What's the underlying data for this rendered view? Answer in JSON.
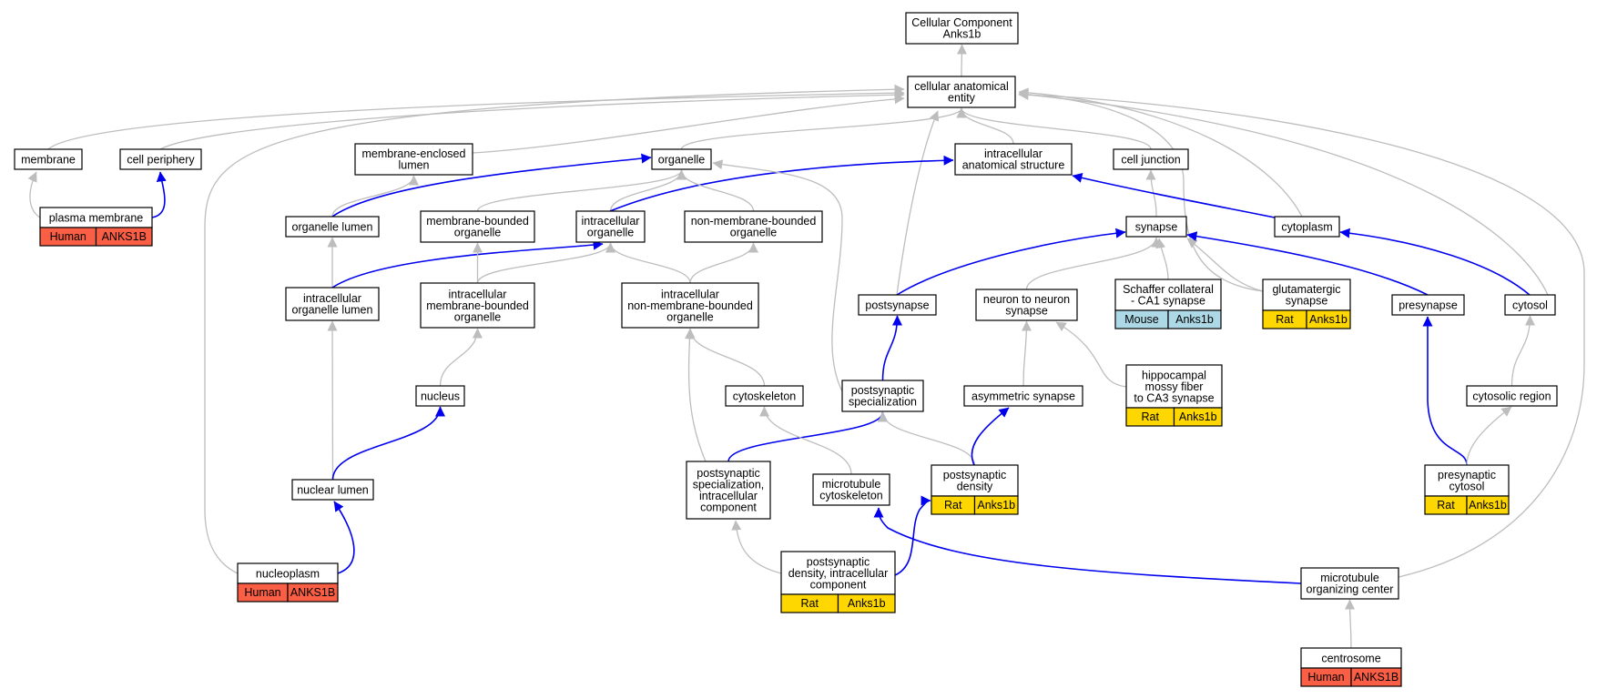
{
  "colors": {
    "human": "#fa5e44",
    "rat": "#ffd700",
    "mouse": "#add8e6",
    "edge_blue": "#0000ee",
    "edge_gray": "#bdbdbd"
  },
  "nodes": {
    "cellular_component": {
      "lines": [
        "Cellular Component",
        "Anks1b"
      ]
    },
    "cellular_anatomical_entity": {
      "lines": [
        "cellular anatomical",
        "entity"
      ]
    },
    "membrane": {
      "lines": [
        "membrane"
      ]
    },
    "cell_periphery": {
      "lines": [
        "cell periphery"
      ]
    },
    "membrane_enclosed_lumen": {
      "lines": [
        "membrane-enclosed",
        "lumen"
      ]
    },
    "organelle": {
      "lines": [
        "organelle"
      ]
    },
    "intracellular_anatomical_structure": {
      "lines": [
        "intracellular",
        "anatomical structure"
      ]
    },
    "cell_junction": {
      "lines": [
        "cell junction"
      ]
    },
    "plasma_membrane": {
      "lines": [
        "plasma membrane"
      ],
      "badge": [
        "Human",
        "ANKS1B"
      ]
    },
    "organelle_lumen": {
      "lines": [
        "organelle lumen"
      ]
    },
    "membrane_bounded_organelle": {
      "lines": [
        "membrane-bounded",
        "organelle"
      ]
    },
    "intracellular_organelle": {
      "lines": [
        "intracellular",
        "organelle"
      ]
    },
    "non_membrane_bounded_organelle": {
      "lines": [
        "non-membrane-bounded",
        "organelle"
      ]
    },
    "synapse": {
      "lines": [
        "synapse"
      ]
    },
    "cytoplasm": {
      "lines": [
        "cytoplasm"
      ]
    },
    "intracellular_organelle_lumen": {
      "lines": [
        "intracellular",
        "organelle lumen"
      ]
    },
    "intracellular_membrane_bounded_organelle": {
      "lines": [
        "intracellular",
        "membrane-bounded",
        "organelle"
      ]
    },
    "intracellular_non_membrane_bounded_organelle": {
      "lines": [
        "intracellular",
        "non-membrane-bounded",
        "organelle"
      ]
    },
    "postsynapse": {
      "lines": [
        "postsynapse"
      ]
    },
    "neuron_to_neuron_synapse": {
      "lines": [
        "neuron to neuron",
        "synapse"
      ]
    },
    "schaffer_collateral": {
      "lines": [
        "Schaffer collateral",
        "- CA1 synapse"
      ],
      "badge": [
        "Mouse",
        "Anks1b"
      ]
    },
    "glutamatergic_synapse": {
      "lines": [
        "glutamatergic",
        "synapse"
      ],
      "badge": [
        "Rat",
        "Anks1b"
      ]
    },
    "presynapse": {
      "lines": [
        "presynapse"
      ]
    },
    "cytosol": {
      "lines": [
        "cytosol"
      ]
    },
    "hippocampal_mossy_fiber": {
      "lines": [
        "hippocampal",
        "mossy fiber",
        "to CA3 synapse"
      ],
      "badge": [
        "Rat",
        "Anks1b"
      ]
    },
    "nucleus": {
      "lines": [
        "nucleus"
      ]
    },
    "cytoskeleton": {
      "lines": [
        "cytoskeleton"
      ]
    },
    "postsynaptic_specialization": {
      "lines": [
        "postsynaptic",
        "specialization"
      ]
    },
    "asymmetric_synapse": {
      "lines": [
        "asymmetric synapse"
      ]
    },
    "cytosolic_region": {
      "lines": [
        "cytosolic region"
      ]
    },
    "nuclear_lumen": {
      "lines": [
        "nuclear lumen"
      ]
    },
    "postsynaptic_specialization_intracellular_component": {
      "lines": [
        "postsynaptic",
        "specialization,",
        "intracellular",
        "component"
      ]
    },
    "microtubule_cytoskeleton": {
      "lines": [
        "microtubule",
        "cytoskeleton"
      ]
    },
    "postsynaptic_density": {
      "lines": [
        "postsynaptic",
        "density"
      ],
      "badge": [
        "Rat",
        "Anks1b"
      ]
    },
    "presynaptic_cytosol": {
      "lines": [
        "presynaptic",
        "cytosol"
      ],
      "badge": [
        "Rat",
        "Anks1b"
      ]
    },
    "nucleoplasm": {
      "lines": [
        "nucleoplasm"
      ],
      "badge": [
        "Human",
        "ANKS1B"
      ]
    },
    "postsynaptic_density_intracellular_component": {
      "lines": [
        "postsynaptic",
        "density, intracellular",
        "component"
      ],
      "badge": [
        "Rat",
        "Anks1b"
      ]
    },
    "microtubule_organizing_center": {
      "lines": [
        "microtubule",
        "organizing center"
      ]
    },
    "centrosome": {
      "lines": [
        "centrosome"
      ],
      "badge": [
        "Human",
        "ANKS1B"
      ]
    }
  },
  "edges": [
    {
      "from": "cellular_anatomical_entity",
      "to": "cellular_component",
      "style": "gray"
    },
    {
      "from": "membrane",
      "to": "cellular_anatomical_entity",
      "style": "gray"
    },
    {
      "from": "cell_periphery",
      "to": "cellular_anatomical_entity",
      "style": "gray"
    },
    {
      "from": "membrane_enclosed_lumen",
      "to": "cellular_anatomical_entity",
      "style": "gray"
    },
    {
      "from": "organelle",
      "to": "cellular_anatomical_entity",
      "style": "gray"
    },
    {
      "from": "intracellular_anatomical_structure",
      "to": "cellular_anatomical_entity",
      "style": "gray"
    },
    {
      "from": "cell_junction",
      "to": "cellular_anatomical_entity",
      "style": "gray"
    },
    {
      "from": "cytoplasm",
      "to": "cellular_anatomical_entity",
      "style": "gray"
    },
    {
      "from": "cytosol",
      "to": "cellular_anatomical_entity",
      "style": "gray"
    },
    {
      "from": "glutamatergic_synapse",
      "to": "cellular_anatomical_entity",
      "style": "gray"
    },
    {
      "from": "postsynapse",
      "to": "cellular_anatomical_entity",
      "style": "gray"
    },
    {
      "from": "nucleoplasm",
      "to": "cellular_anatomical_entity",
      "style": "gray"
    },
    {
      "from": "microtubule_organizing_center",
      "to": "cellular_anatomical_entity",
      "style": "gray"
    },
    {
      "from": "plasma_membrane",
      "to": "membrane",
      "style": "gray"
    },
    {
      "from": "plasma_membrane",
      "to": "cell_periphery",
      "style": "blue"
    },
    {
      "from": "organelle_lumen",
      "to": "membrane_enclosed_lumen",
      "style": "gray"
    },
    {
      "from": "organelle_lumen",
      "to": "organelle",
      "style": "blue"
    },
    {
      "from": "membrane_bounded_organelle",
      "to": "organelle",
      "style": "gray"
    },
    {
      "from": "intracellular_organelle",
      "to": "organelle",
      "style": "gray"
    },
    {
      "from": "intracellular_organelle",
      "to": "intracellular_anatomical_structure",
      "style": "blue"
    },
    {
      "from": "non_membrane_bounded_organelle",
      "to": "organelle",
      "style": "gray"
    },
    {
      "from": "postsynaptic_specialization",
      "to": "organelle",
      "style": "gray"
    },
    {
      "from": "synapse",
      "to": "cell_junction",
      "style": "gray"
    },
    {
      "from": "cytoplasm",
      "to": "intracellular_anatomical_structure",
      "style": "blue"
    },
    {
      "from": "intracellular_organelle_lumen",
      "to": "organelle_lumen",
      "style": "gray"
    },
    {
      "from": "intracellular_organelle_lumen",
      "to": "intracellular_organelle",
      "style": "blue"
    },
    {
      "from": "intracellular_membrane_bounded_organelle",
      "to": "membrane_bounded_organelle",
      "style": "gray"
    },
    {
      "from": "intracellular_membrane_bounded_organelle",
      "to": "intracellular_organelle",
      "style": "gray"
    },
    {
      "from": "intracellular_non_membrane_bounded_organelle",
      "to": "intracellular_organelle",
      "style": "gray"
    },
    {
      "from": "intracellular_non_membrane_bounded_organelle",
      "to": "non_membrane_bounded_organelle",
      "style": "gray"
    },
    {
      "from": "postsynapse",
      "to": "synapse",
      "style": "blue"
    },
    {
      "from": "neuron_to_neuron_synapse",
      "to": "synapse",
      "style": "gray"
    },
    {
      "from": "schaffer_collateral",
      "to": "synapse",
      "style": "gray"
    },
    {
      "from": "glutamatergic_synapse",
      "to": "synapse",
      "style": "gray"
    },
    {
      "from": "presynapse",
      "to": "synapse",
      "style": "blue"
    },
    {
      "from": "cytosol",
      "to": "cytoplasm",
      "style": "blue"
    },
    {
      "from": "hippocampal_mossy_fiber",
      "to": "neuron_to_neuron_synapse",
      "style": "gray"
    },
    {
      "from": "nucleus",
      "to": "intracellular_membrane_bounded_organelle",
      "style": "gray"
    },
    {
      "from": "cytoskeleton",
      "to": "intracellular_non_membrane_bounded_organelle",
      "style": "gray"
    },
    {
      "from": "postsynaptic_specialization",
      "to": "postsynapse",
      "style": "blue"
    },
    {
      "from": "asymmetric_synapse",
      "to": "neuron_to_neuron_synapse",
      "style": "gray"
    },
    {
      "from": "cytosolic_region",
      "to": "cytosol",
      "style": "gray"
    },
    {
      "from": "nuclear_lumen",
      "to": "intracellular_organelle_lumen",
      "style": "gray"
    },
    {
      "from": "nuclear_lumen",
      "to": "nucleus",
      "style": "blue"
    },
    {
      "from": "postsynaptic_specialization_intracellular_component",
      "to": "intracellular_non_membrane_bounded_organelle",
      "style": "gray"
    },
    {
      "from": "postsynaptic_specialization_intracellular_component",
      "to": "postsynaptic_specialization",
      "style": "blue"
    },
    {
      "from": "microtubule_cytoskeleton",
      "to": "cytoskeleton",
      "style": "gray"
    },
    {
      "from": "postsynaptic_density",
      "to": "postsynaptic_specialization",
      "style": "gray"
    },
    {
      "from": "postsynaptic_density",
      "to": "asymmetric_synapse",
      "style": "blue"
    },
    {
      "from": "presynaptic_cytosol",
      "to": "presynapse",
      "style": "blue"
    },
    {
      "from": "presynaptic_cytosol",
      "to": "cytosolic_region",
      "style": "gray"
    },
    {
      "from": "nucleoplasm",
      "to": "nuclear_lumen",
      "style": "blue"
    },
    {
      "from": "postsynaptic_density_intracellular_component",
      "to": "postsynaptic_specialization_intracellular_component",
      "style": "gray"
    },
    {
      "from": "postsynaptic_density_intracellular_component",
      "to": "postsynaptic_density",
      "style": "blue"
    },
    {
      "from": "microtubule_organizing_center",
      "to": "microtubule_cytoskeleton",
      "style": "blue"
    },
    {
      "from": "centrosome",
      "to": "microtubule_organizing_center",
      "style": "gray"
    }
  ]
}
